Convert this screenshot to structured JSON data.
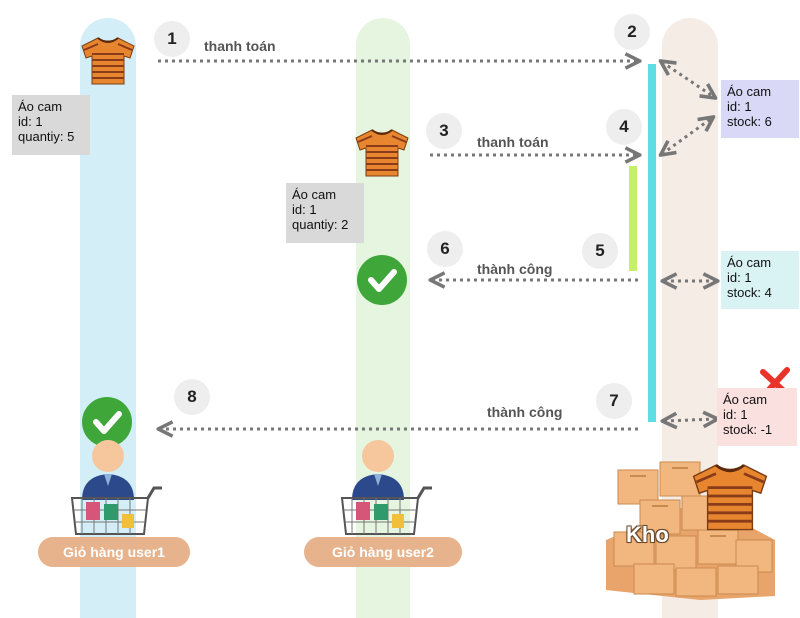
{
  "steps": [
    "1",
    "2",
    "3",
    "4",
    "5",
    "6",
    "7",
    "8"
  ],
  "messages": {
    "pay_1": "thanh toán",
    "pay_2": "thanh toán",
    "success_1": "thành công",
    "success_2": "thành công"
  },
  "user1_cart_item": {
    "name": "Áo cam",
    "id": "id: 1",
    "qty": "quantiy: 5"
  },
  "user2_cart_item": {
    "name": "Áo cam",
    "id": "id: 1",
    "qty": "quantiy: 2"
  },
  "stock_states": [
    {
      "name": "Áo cam",
      "id": "id: 1",
      "stock": "stock: 6",
      "color": "#d9d9f7"
    },
    {
      "name": "Áo cam",
      "id": "id: 1",
      "stock": "stock: 4",
      "color": "#d9f3f5"
    },
    {
      "name": "Áo cam",
      "id": "id: 1",
      "stock": "stock: -1",
      "color": "#fbe0e0"
    }
  ],
  "carts": {
    "user1": "Giỏ hàng user1",
    "user2": "Giỏ hàng user2"
  },
  "warehouse_label": "Kho",
  "colors": {
    "lane_user1": "#d3eef6",
    "lane_user2": "#e6f5df",
    "lane_warehouse": "#f6ece6",
    "transaction_bar": "#5fdde5",
    "lock_bar": "#c4f06c",
    "check": "#3fa63a",
    "error": "#e8322a",
    "arrow": "#777777"
  },
  "icons": [
    "shirt-icon",
    "check-icon",
    "error-x-icon",
    "shopper-cart-icon",
    "warehouse-boxes-icon"
  ]
}
